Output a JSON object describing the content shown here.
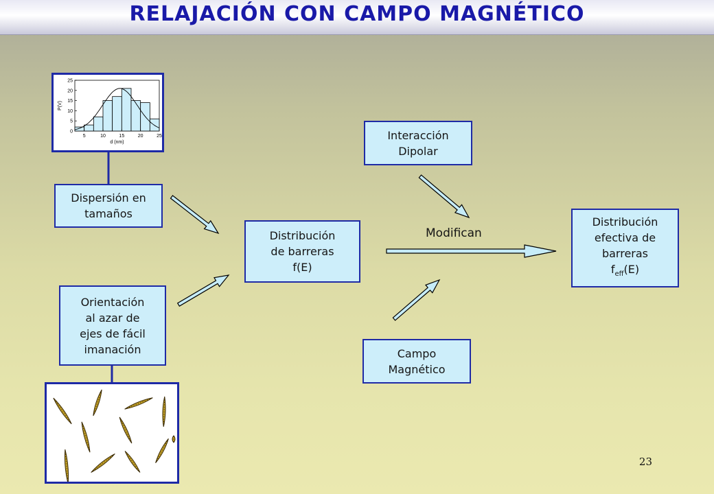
{
  "slide": {
    "title": "RELAJACIÓN CON CAMPO MAGNÉTICO",
    "page_number": "23",
    "modifican_label": "Modifican"
  },
  "boxes": {
    "dispersion": "Dispersión en\ntamaños",
    "orientacion": "Orientación\nal azar de\nejes de fácil\nimanación",
    "distribucion": "Distribución\nde barreras\nf(E)",
    "interaccion": "Interacción\nDipolar",
    "campo": "Campo\nMagnético",
    "efectiva_prefix": "Distribución\nefectiva de\nbarreras\nf",
    "efectiva_sub": "eff",
    "efectiva_suffix": "(E)"
  },
  "histogram": {
    "ylabel": "P(V)",
    "xlabel": "d (nm)",
    "yticks": [
      "0",
      "5",
      "10",
      "15",
      "20",
      "25"
    ],
    "xticks": [
      "5",
      "10",
      "15",
      "20",
      "25"
    ],
    "bars": [
      2,
      3,
      7,
      15,
      17,
      21,
      15,
      14,
      6
    ],
    "bin_start": 2.5,
    "bin_width": 2.5,
    "ylim": [
      0,
      25
    ],
    "xlim": [
      2.5,
      25
    ]
  },
  "colors": {
    "title": "#1a1aa8",
    "box_border": "#1e2aa6",
    "box_fill": "#cdeefa",
    "arrow_fill": "#c6ecf8",
    "particle_fill": "#c8a52a"
  }
}
